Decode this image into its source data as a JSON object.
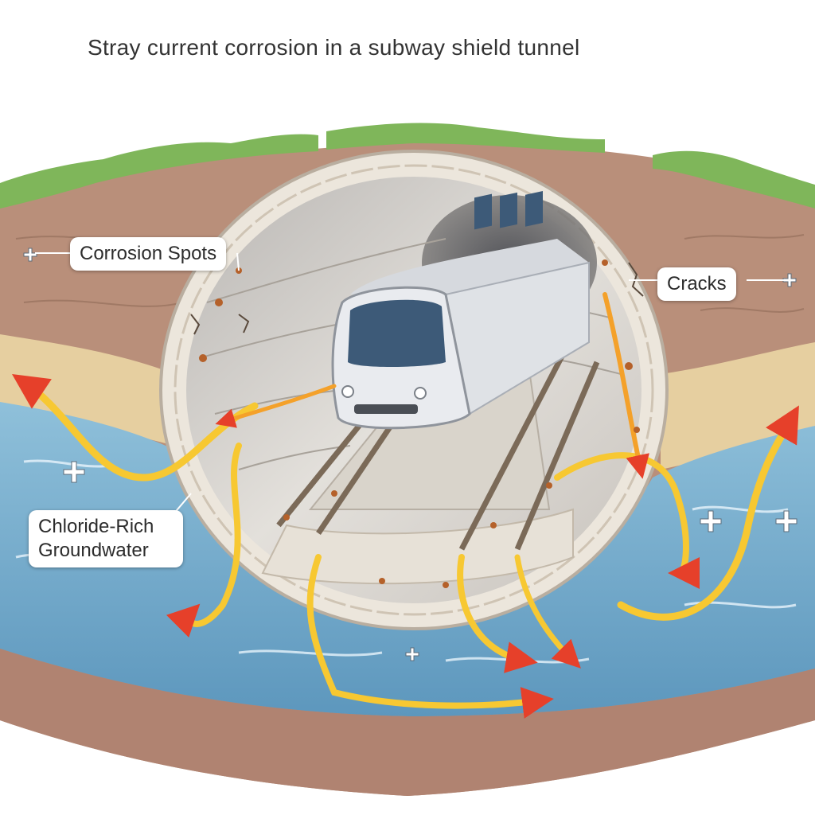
{
  "title": "Stray current corrosion in a subway shield tunnel",
  "labels": {
    "corrosion_spots": "Corrosion Spots",
    "cracks": "Cracks",
    "chloride_line1": "Chloride-Rich",
    "chloride_line2": "Groundwater"
  },
  "colors": {
    "grass": "#7fb65a",
    "soil": "#b98f7a",
    "sand": "#e6cfa0",
    "groundwater": "#7fb2cf",
    "tunnel_lining": "#ece6dc",
    "tunnel_interior": "#d8d4cf",
    "train_body": "#e9ebef",
    "train_window": "#3d5a78",
    "stray_current": "#f4b32a",
    "stray_current_head": "#e6402a",
    "rust": "#b5612a"
  }
}
